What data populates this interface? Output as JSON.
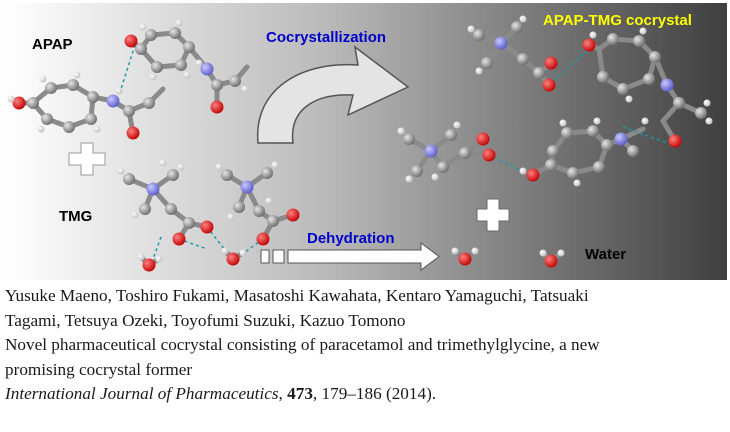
{
  "figure": {
    "label_apap": "APAP",
    "label_tmg": "TMG",
    "label_cocrystallization": "Cocrystallization",
    "label_product": "APAP-TMG cocrystal",
    "label_dehydration": "Dehydration",
    "label_water": "Water",
    "colors": {
      "carbon": "#8c8c8c",
      "oxygen": "#e01010",
      "nitrogen": "#7a7ae0",
      "hydrogen": "#f4f4f4",
      "reaction_label": "#0000cc",
      "product_label": "#ffff00"
    }
  },
  "citation": {
    "authors_line1": "Yusuke Maeno, Toshiro Fukami, Masatoshi Kawahata, Kentaro Yamaguchi, Tatsuaki",
    "authors_line2": "Tagami, Tetsuya Ozeki, Toyofumi Suzuki, Kazuo Tomono",
    "title_line1": "Novel pharmaceutical cocrystal consisting of paracetamol and trimethylglycine, a new",
    "title_line2": "promising cocrystal former",
    "journal": "International Journal of Pharmaceutics",
    "sep1": ", ",
    "volume": "473",
    "pages_year": ", 179–186 (2014)."
  }
}
